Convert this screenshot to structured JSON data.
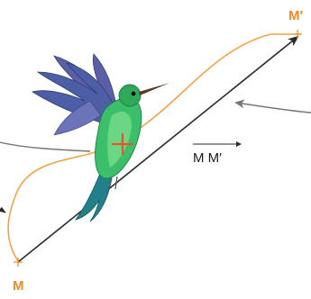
{
  "points": {
    "start": {
      "label": "M"
    },
    "end": {
      "label": "M′"
    }
  },
  "vector": {
    "label": "M M′"
  },
  "colors": {
    "trajectory": "#f2a24a",
    "point_label": "#f08a24",
    "vector": "#2b2b2b",
    "pointer_arrow": "#777777",
    "cross": "#e8532a"
  },
  "icons": [
    "hummingbird",
    "center-cross"
  ]
}
